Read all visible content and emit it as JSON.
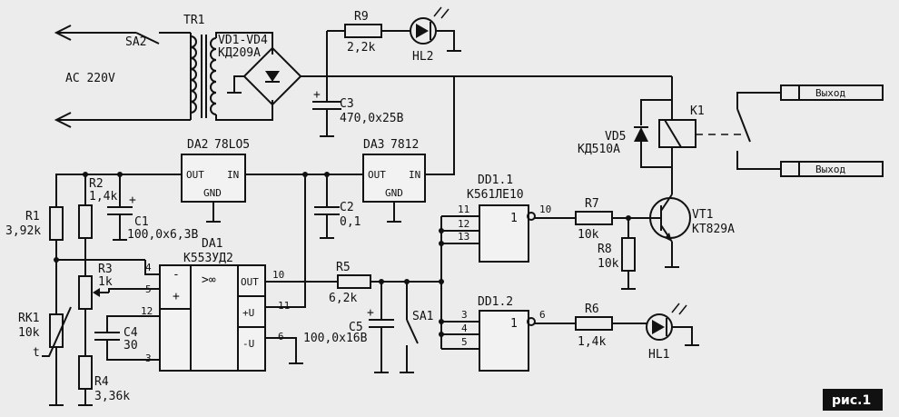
{
  "figure_label": "рис.1",
  "mains": {
    "label": "AC 220V",
    "switch": "SA2"
  },
  "transformer": {
    "ref": "TR1"
  },
  "bridge": {
    "ref": "VD1-VD4",
    "type": "КД209А"
  },
  "r9": {
    "ref": "R9",
    "value": "2,2k"
  },
  "hl2": {
    "ref": "HL2"
  },
  "c3": {
    "ref": "C3",
    "value": "470,0x25B"
  },
  "da2": {
    "ref": "DA2",
    "type": "78LO5",
    "pin_out": "OUT",
    "pin_in": "IN",
    "pin_gnd": "GND"
  },
  "da3": {
    "ref": "DA3",
    "type": "7812",
    "pin_out": "OUT",
    "pin_in": "IN",
    "pin_gnd": "GND"
  },
  "c2": {
    "ref": "C2",
    "value": "0,1"
  },
  "c1": {
    "ref": "C1",
    "value": "100,0x6,3B"
  },
  "r1": {
    "ref": "R1",
    "value": "3,92k"
  },
  "r2": {
    "ref": "R2",
    "value": "1,4k"
  },
  "r3": {
    "ref": "R3",
    "value": "1k"
  },
  "r4": {
    "ref": "R4",
    "value": "3,36k"
  },
  "rk1": {
    "ref": "RK1",
    "value": "10k",
    "symbol": "t"
  },
  "c4": {
    "ref": "C4",
    "value": "30"
  },
  "da1": {
    "ref": "DA1",
    "type": "К553УД2",
    "gain": ">∞",
    "pin_minus": "-",
    "pin_plus": "+",
    "pin_out": "OUT",
    "pin_vpos": "+U",
    "pin_vneg": "-U",
    "pins": [
      "4",
      "5",
      "12",
      "3",
      "10",
      "11",
      "6"
    ]
  },
  "r5": {
    "ref": "R5",
    "value": "6,2k"
  },
  "c5": {
    "ref": "C5",
    "value": "100,0x16B"
  },
  "sa1": {
    "ref": "SA1"
  },
  "dd1_1": {
    "ref": "DD1.1",
    "type": "К561ЛЕ10",
    "func": "1",
    "pins": [
      "11",
      "12",
      "13",
      "10"
    ]
  },
  "dd1_2": {
    "ref": "DD1.2",
    "func": "1",
    "pins": [
      "3",
      "4",
      "5",
      "6"
    ]
  },
  "r7": {
    "ref": "R7",
    "value": "10k"
  },
  "r8": {
    "ref": "R8",
    "value": "10k"
  },
  "r6": {
    "ref": "R6",
    "value": "1,4k"
  },
  "vt1": {
    "ref": "VT1",
    "type": "КТ829А"
  },
  "vd5": {
    "ref": "VD5",
    "type": "КД510А"
  },
  "k1": {
    "ref": "K1"
  },
  "hl1": {
    "ref": "HL1"
  },
  "outputs": [
    "Выход",
    "Выход"
  ]
}
